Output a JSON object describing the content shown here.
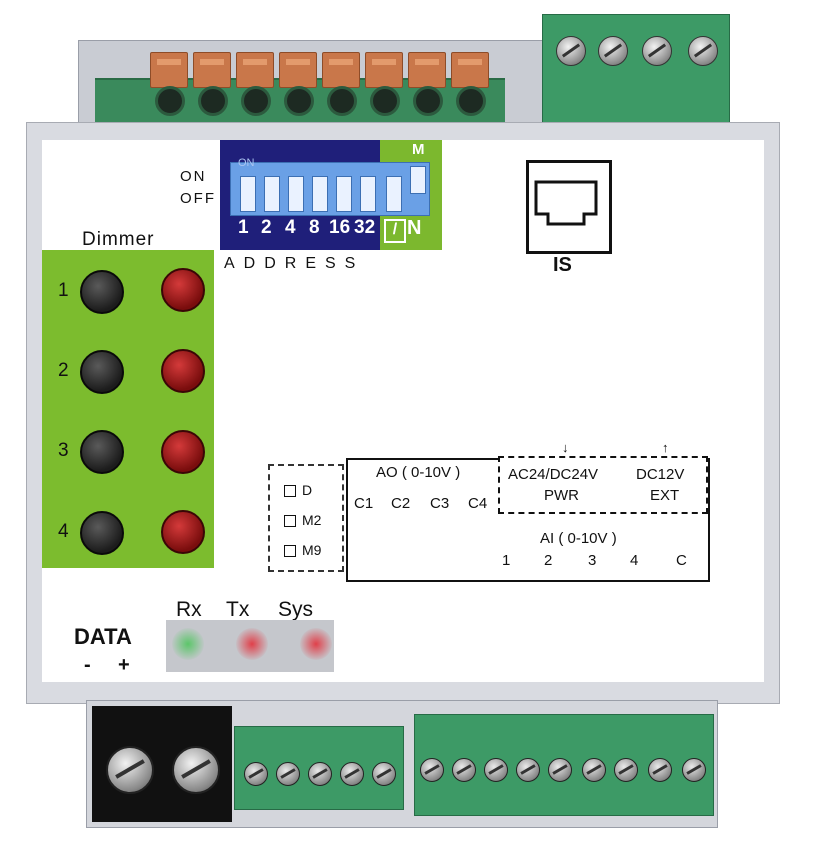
{
  "dip_switch": {
    "on_label": "ON",
    "off_label": "OFF",
    "on_faint": "ON",
    "numbers": [
      "1",
      "2",
      "4",
      "8",
      "16",
      "32"
    ],
    "m_label": "M",
    "n_label": "N",
    "slash_label": "/",
    "address_label": "ADDRESS"
  },
  "port": {
    "label": "IS"
  },
  "dimmer": {
    "title": "Dimmer",
    "channels": [
      "1",
      "2",
      "3",
      "4"
    ]
  },
  "modes": [
    "D",
    "M2",
    "M9"
  ],
  "ao": {
    "title": "AO ( 0-10V )",
    "channels": [
      "C1",
      "C2",
      "C3",
      "C4"
    ]
  },
  "power": {
    "ac_label": "AC24/DC24V",
    "dc_label": "DC12V",
    "pwr_label": "PWR",
    "ext_label": "EXT"
  },
  "ai": {
    "title": "AI ( 0-10V )",
    "channels": [
      "1",
      "2",
      "3",
      "4",
      "C"
    ]
  },
  "status": {
    "rx": "Rx",
    "tx": "Tx",
    "sys": "Sys",
    "colors": {
      "rx": "#5cc66a",
      "tx": "#e0404a",
      "sys": "#e0404a"
    }
  },
  "data_port": {
    "label": "DATA",
    "minus": "-",
    "plus": "+"
  }
}
